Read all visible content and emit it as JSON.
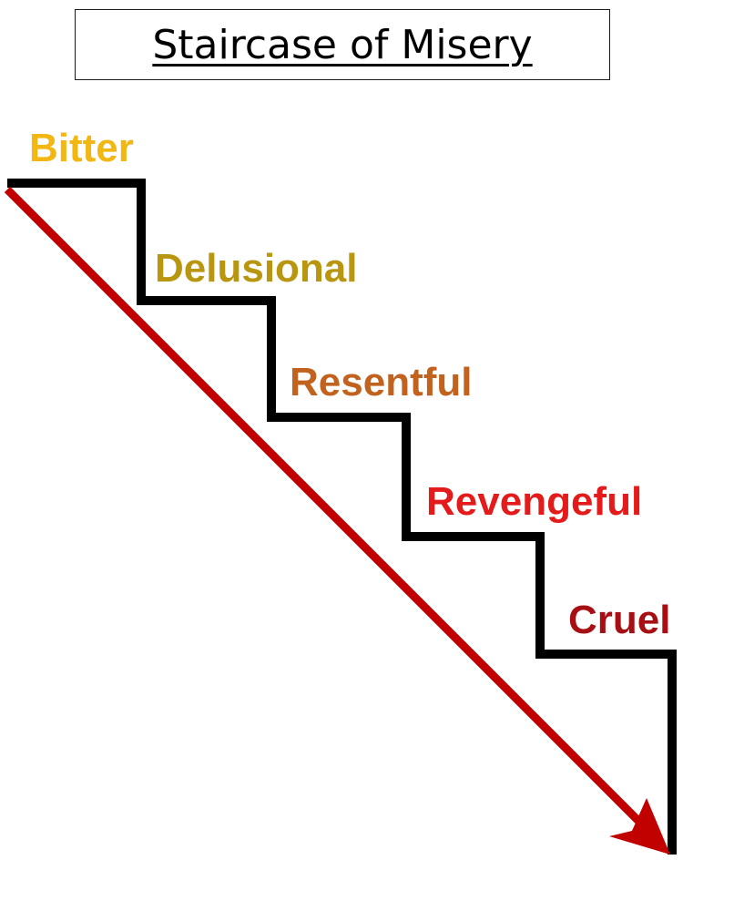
{
  "title": "Staircase of Misery",
  "steps": [
    {
      "label": "Bitter",
      "color": "#F2B713"
    },
    {
      "label": "Delusional",
      "color": "#B8960F"
    },
    {
      "label": "Resentful",
      "color": "#C1631E"
    },
    {
      "label": "Revengeful",
      "color": "#E41B1B"
    },
    {
      "label": "Cruel",
      "color": "#A80F14"
    }
  ],
  "colors": {
    "staircase": "#000000",
    "arrow": "#C10000"
  }
}
